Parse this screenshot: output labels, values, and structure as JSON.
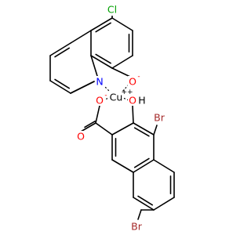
{
  "atoms": {
    "cl": {
      "text": "Cl",
      "color": "#00a000"
    },
    "n": {
      "text": "N",
      "color": "#0000ff"
    },
    "o_phenolate": {
      "text": "O",
      "color": "#ff0000",
      "charge": "-"
    },
    "cu": {
      "text": "Cu",
      "color": "#000000",
      "charge": "++"
    },
    "o_carboxylate": {
      "text": "O",
      "color": "#ff0000",
      "charge": "-"
    },
    "o_hydroxyl": {
      "text": "O",
      "color": "#ff0000"
    },
    "h_hydroxyl": {
      "text": "H",
      "color": "#000000"
    },
    "o_carbonyl": {
      "text": "O",
      "color": "#ff0000"
    },
    "br_top": {
      "text": "Br",
      "color": "#a52a2a"
    },
    "br_bottom": {
      "text": "Br",
      "color": "#a52a2a"
    }
  }
}
